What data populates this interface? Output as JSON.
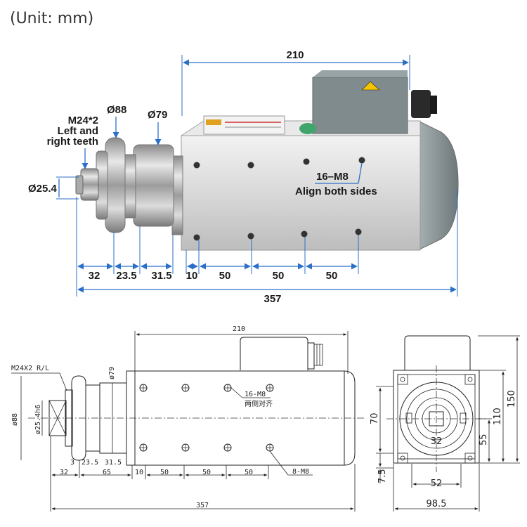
{
  "header": {
    "unit": "(Unit: mm)"
  },
  "photo": {
    "dims": {
      "d210": "210",
      "d88": "Ø88",
      "d79": "Ø79",
      "thread_l1": "M24*2",
      "thread_l2": "Left and",
      "thread_l3": "right teeth",
      "d254": "Ø25.4",
      "holes": "16–M8",
      "align": "Align both sides",
      "b32": "32",
      "b235": "23.5",
      "b315": "31.5",
      "b10": "10",
      "b50a": "50",
      "b50b": "50",
      "b50c": "50",
      "b357": "357"
    },
    "colors": {
      "body": "#d6d6d6",
      "chrome": "#b8b8b8",
      "terminal_box": "#7f8b8d",
      "dim_line": "#2b6fc9"
    }
  },
  "drawing": {
    "dims": {
      "top210": "210",
      "thread": "M24X2 R/L",
      "d79": "ø79",
      "d88": "ø88",
      "d254": "ø25.4h6",
      "holes_cn1": "16-M8",
      "holes_cn2": "两侧对齐",
      "r3": "3",
      "r235": "23.5",
      "r315": "31.5",
      "r32": "32",
      "r65": "65",
      "r10": "10",
      "r50a": "50",
      "r50b": "50",
      "r50c": "50",
      "r8m8": "8-M8",
      "r357": "357"
    }
  },
  "endview": {
    "dims": {
      "v150": "150",
      "v110": "110",
      "v70": "70",
      "v55": "55",
      "v32": "32",
      "v75": "7.5",
      "h52": "52",
      "h985": "98.5"
    }
  }
}
